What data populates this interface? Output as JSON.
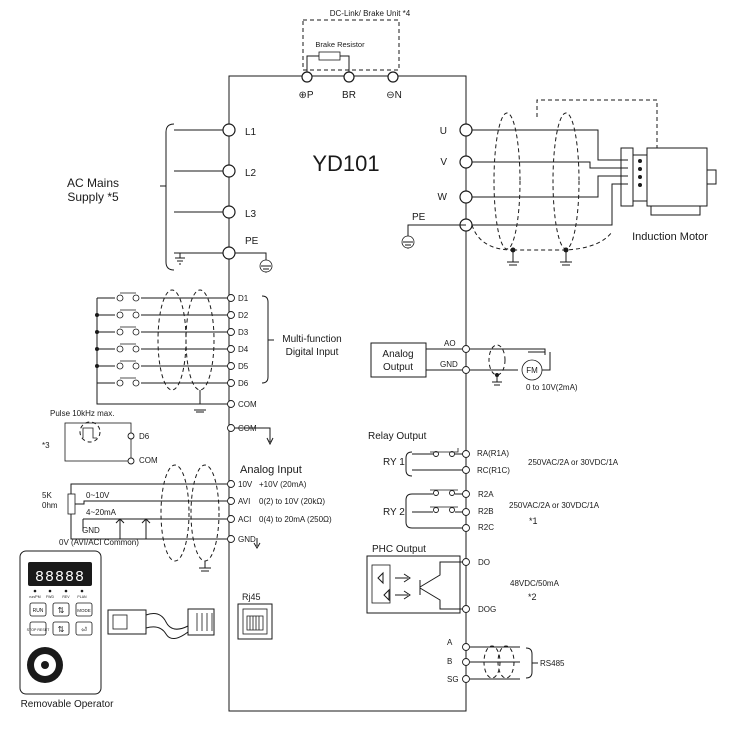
{
  "model": "YD101",
  "brake": {
    "dc_link_label": "DC-Link/ Brake Unit *4",
    "resistor_label": "Brake Resistor",
    "terminals": [
      "⊕P",
      "BR",
      "⊖N"
    ]
  },
  "mains": {
    "label_line1": "AC Mains",
    "label_line2": "Supply *5",
    "terminals": [
      "L1",
      "L2",
      "L3",
      "PE"
    ]
  },
  "motor": {
    "terminals": [
      "U",
      "V",
      "W",
      "PE"
    ],
    "label": "Induction Motor"
  },
  "digital_inputs": {
    "terminals": [
      "D1",
      "D2",
      "D3",
      "D4",
      "D5",
      "D6"
    ],
    "label_line1": "Multi-function",
    "label_line2": "Digital Input",
    "com1": "COM",
    "com2": "COM"
  },
  "pulse": {
    "label": "Pulse 10kHz max.",
    "note": "*3",
    "terminal_d6": "D6",
    "terminal_com": "COM"
  },
  "analog_input": {
    "title": "Analog Input",
    "lines": [
      {
        "terminal": "10V",
        "desc": "+10V (20mA)"
      },
      {
        "terminal": "AVI",
        "desc": "0(2) to 10V (20kΩ)"
      },
      {
        "terminal": "ACI",
        "desc": "0(4) to 20mA (250Ω)"
      }
    ],
    "gnd_terminal": "GND",
    "pot_label1": "5K",
    "pot_label2": "0hm",
    "range_v": "0~10V",
    "range_ma": "4~20mA",
    "gnd_label": "GND",
    "common_label": "0V (AVI/ACI Common)"
  },
  "analog_output": {
    "box_line1": "Analog",
    "box_line2": "Output",
    "ao": "AO",
    "gnd": "GND",
    "meter": "FM",
    "range": "0 to 10V(2mA)"
  },
  "relay": {
    "title": "Relay Output",
    "ry1": "RY 1",
    "ry1_terminals": [
      "RA(R1A)",
      "RC(R1C)"
    ],
    "ry1_rating": "250VAC/2A or 30VDC/1A",
    "ry2": "RY 2",
    "ry2_terminals": [
      "R2A",
      "R2B",
      "R2C"
    ],
    "ry2_rating": "250VAC/2A or 30VDC/1A",
    "ry2_note": "*1"
  },
  "phc": {
    "title": "PHC Output",
    "terminals": [
      "DO",
      "DOG"
    ],
    "rating": "48VDC/50mA",
    "note": "*2"
  },
  "rs485": {
    "terminals": [
      "A",
      "B",
      "SG"
    ],
    "label": "RS485"
  },
  "rj45_label": "Rj45",
  "operator": {
    "label": "Removable Operator",
    "display": "88888",
    "indicators": [
      "run/PM",
      "FWD",
      "REV",
      "PLAN"
    ],
    "keys": [
      "RUN",
      "MODE",
      "STOP RESET"
    ]
  }
}
